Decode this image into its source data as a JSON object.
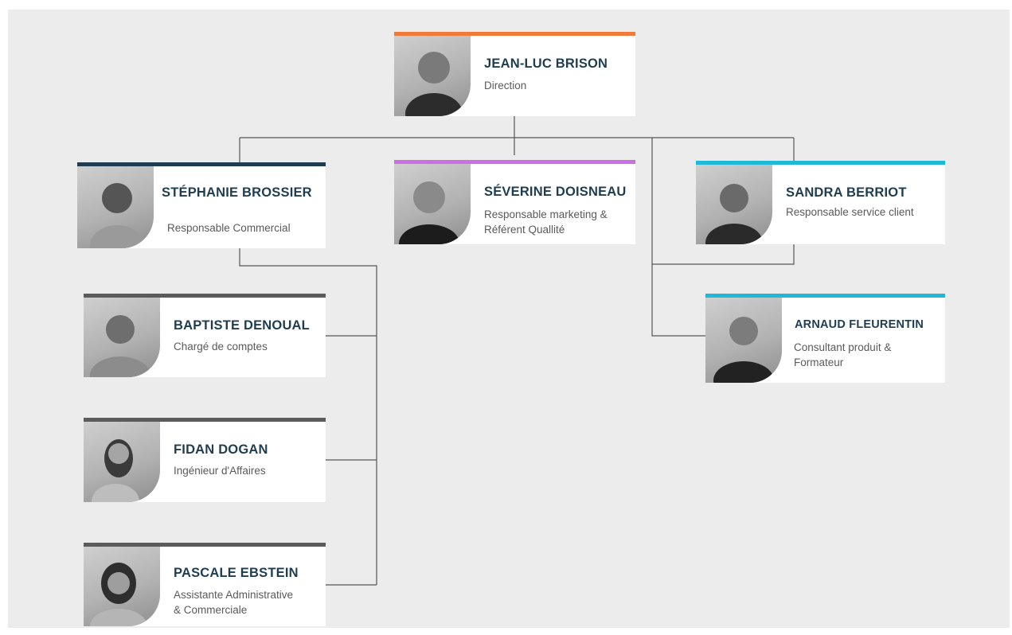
{
  "colors": {
    "orange": "#f07a3a",
    "navy": "#1f3d50",
    "violet": "#cc6ee6",
    "cyan": "#1fb8d8",
    "dark_gray": "#5b5b5b"
  },
  "people": {
    "director": {
      "name": "JEAN-LUC BRISON",
      "role": "Direction"
    },
    "stephanie": {
      "name": "STÉPHANIE BROSSIER",
      "role": "Responsable Commercial"
    },
    "severine": {
      "name": "SÉVERINE DOISNEAU",
      "role_line1": "Responsable marketing &",
      "role_line2": "Référent Quallité"
    },
    "sandra": {
      "name": "SANDRA BERRIOT",
      "role": "Responsable service client"
    },
    "baptiste": {
      "name": "BAPTISTE DENOUAL",
      "role": "Chargé de comptes"
    },
    "fidan": {
      "name": "FIDAN DOGAN",
      "role": "Ingénieur d'Affaires"
    },
    "pascale": {
      "name": "PASCALE EBSTEIN",
      "role_line1": "Assistante Administrative",
      "role_line2": "& Commerciale"
    },
    "arnaud": {
      "name": "ARNAUD FLEURENTIN",
      "role_line1": "Consultant produit &",
      "role_line2": "Formateur"
    }
  }
}
